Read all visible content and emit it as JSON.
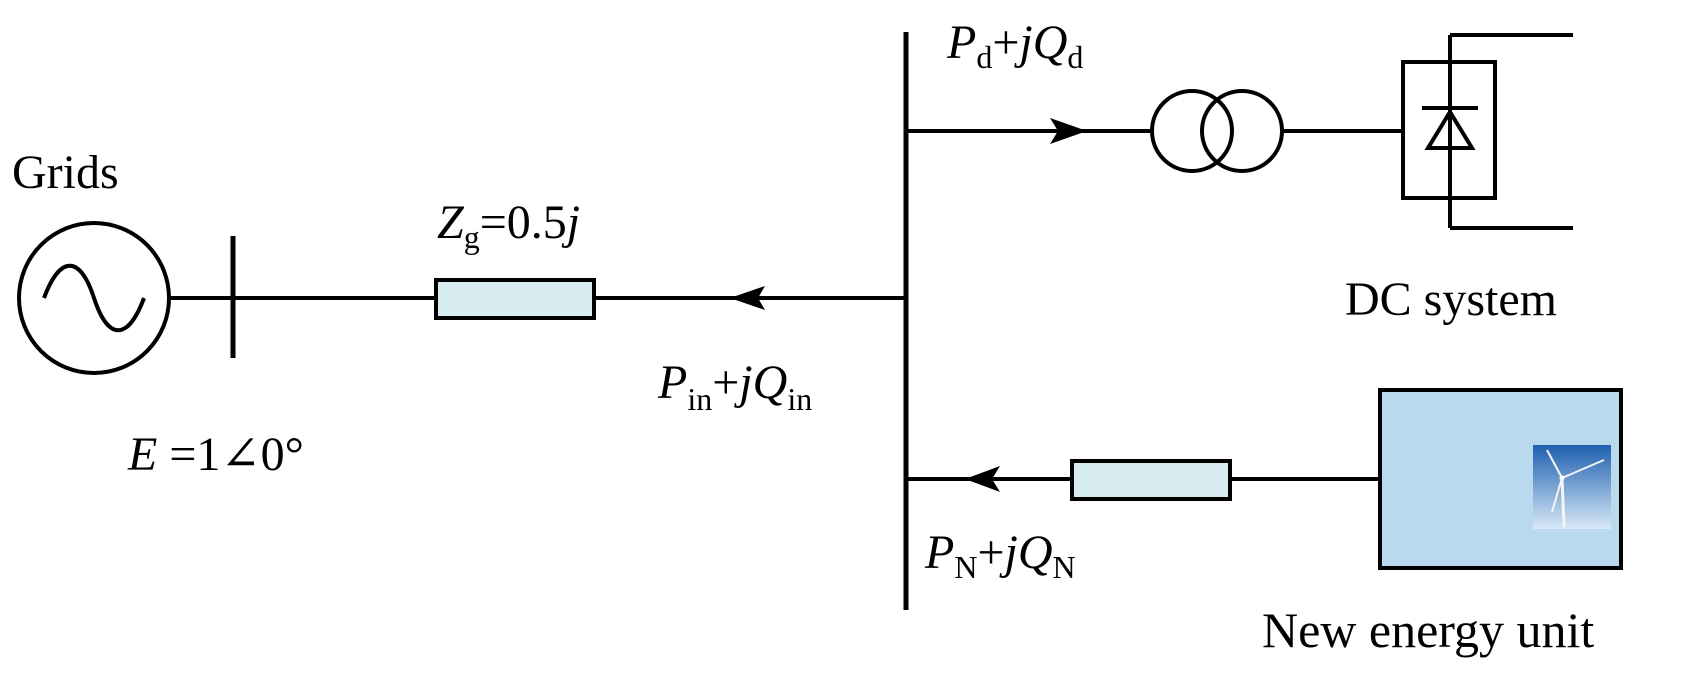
{
  "labels": {
    "grids": "Grids",
    "voltage": {
      "sym": "E",
      "val": " =1∠0°"
    },
    "impedance": {
      "sym": "Z",
      "sub": "g",
      "val": "=0.5",
      "j": "j"
    },
    "p_in": {
      "p": "P",
      "p_sub": "in",
      "plus": "+",
      "j": "j",
      "q": "Q",
      "q_sub": "in"
    },
    "p_d": {
      "p": "P",
      "p_sub": "d",
      "plus": "+",
      "j": "j",
      "q": "Q",
      "q_sub": "d"
    },
    "p_n": {
      "p": "P",
      "p_sub": "N",
      "plus": "+",
      "j": "j",
      "q": "Q",
      "q_sub": "N"
    },
    "dc_system": "DC system",
    "new_energy_unit": "New energy unit"
  },
  "colors": {
    "line": "#000000",
    "impedance_fill": "#d6ecf1",
    "unit_fill": "#b9d9ef",
    "sky_top": "#1e5fb0",
    "sky_bottom": "#d8e9f7"
  },
  "icons": {
    "source": "ac-source-icon",
    "transformer": "transformer-icon",
    "converter": "rectifier-diode-icon",
    "turbine": "wind-turbine-icon"
  }
}
